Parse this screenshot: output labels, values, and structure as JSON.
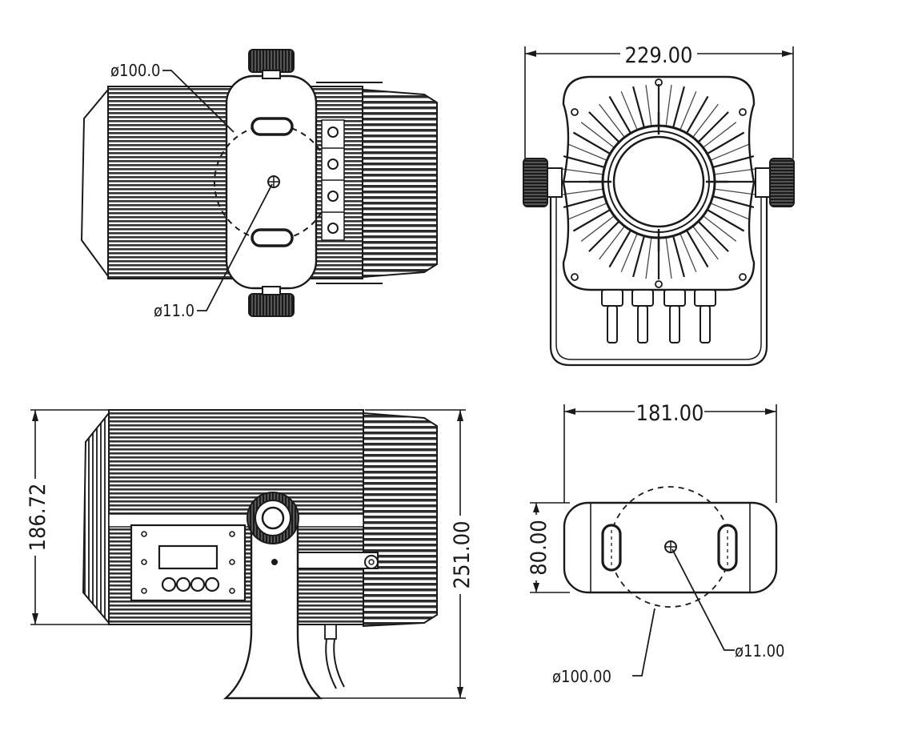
{
  "views": {
    "top": {
      "dia_outer": "ø100.0",
      "dia_hole": "ø11.0"
    },
    "front": {
      "width": "229.00"
    },
    "side": {
      "body_height": "186.72",
      "total_height": "251.00"
    },
    "base": {
      "width": "181.00",
      "depth": "80.00",
      "dia_hole": "ø11.00",
      "dia_circle": "ø100.00"
    }
  },
  "colors": {
    "line": "#1a1a1a",
    "fill_dark": "#3a3a3a",
    "paper": "#ffffff"
  }
}
